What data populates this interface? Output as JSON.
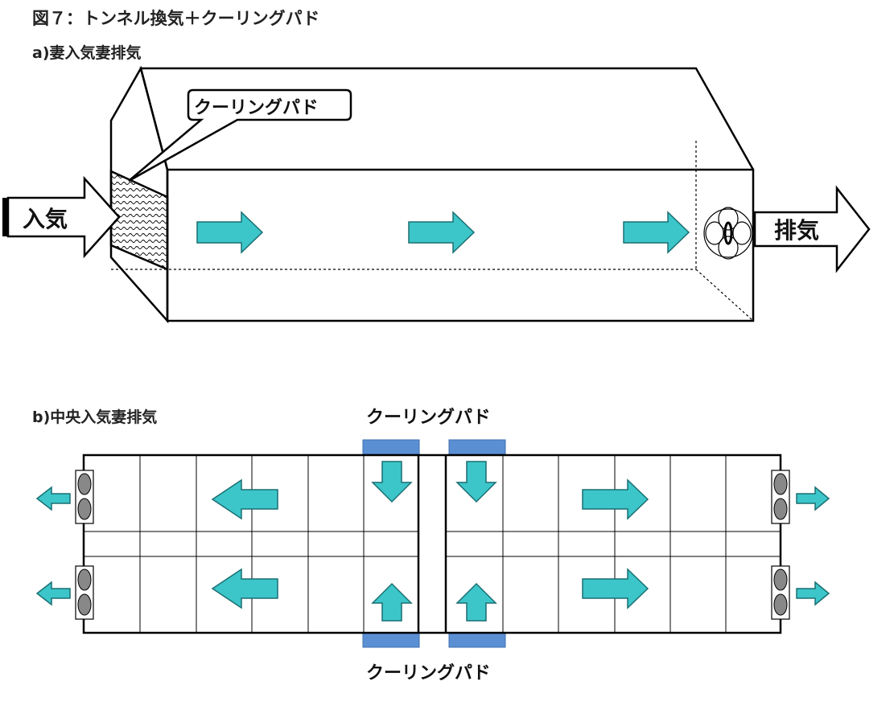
{
  "figure": {
    "title": "図７：トンネル換気＋クーリングパド"
  },
  "panel_a": {
    "heading": "a)妻入気妻排気",
    "callout_label": "クーリングパド",
    "inlet_label": "入気",
    "outlet_label": "排気"
  },
  "panel_b": {
    "heading": "b)中央入気妻排気",
    "top_label": "クーリングパド",
    "bottom_label": "クーリングパド"
  },
  "colors": {
    "arrow": "#3cc6c9",
    "pad": "#5b8fd4",
    "line": "#000000",
    "fan": "#888888"
  }
}
